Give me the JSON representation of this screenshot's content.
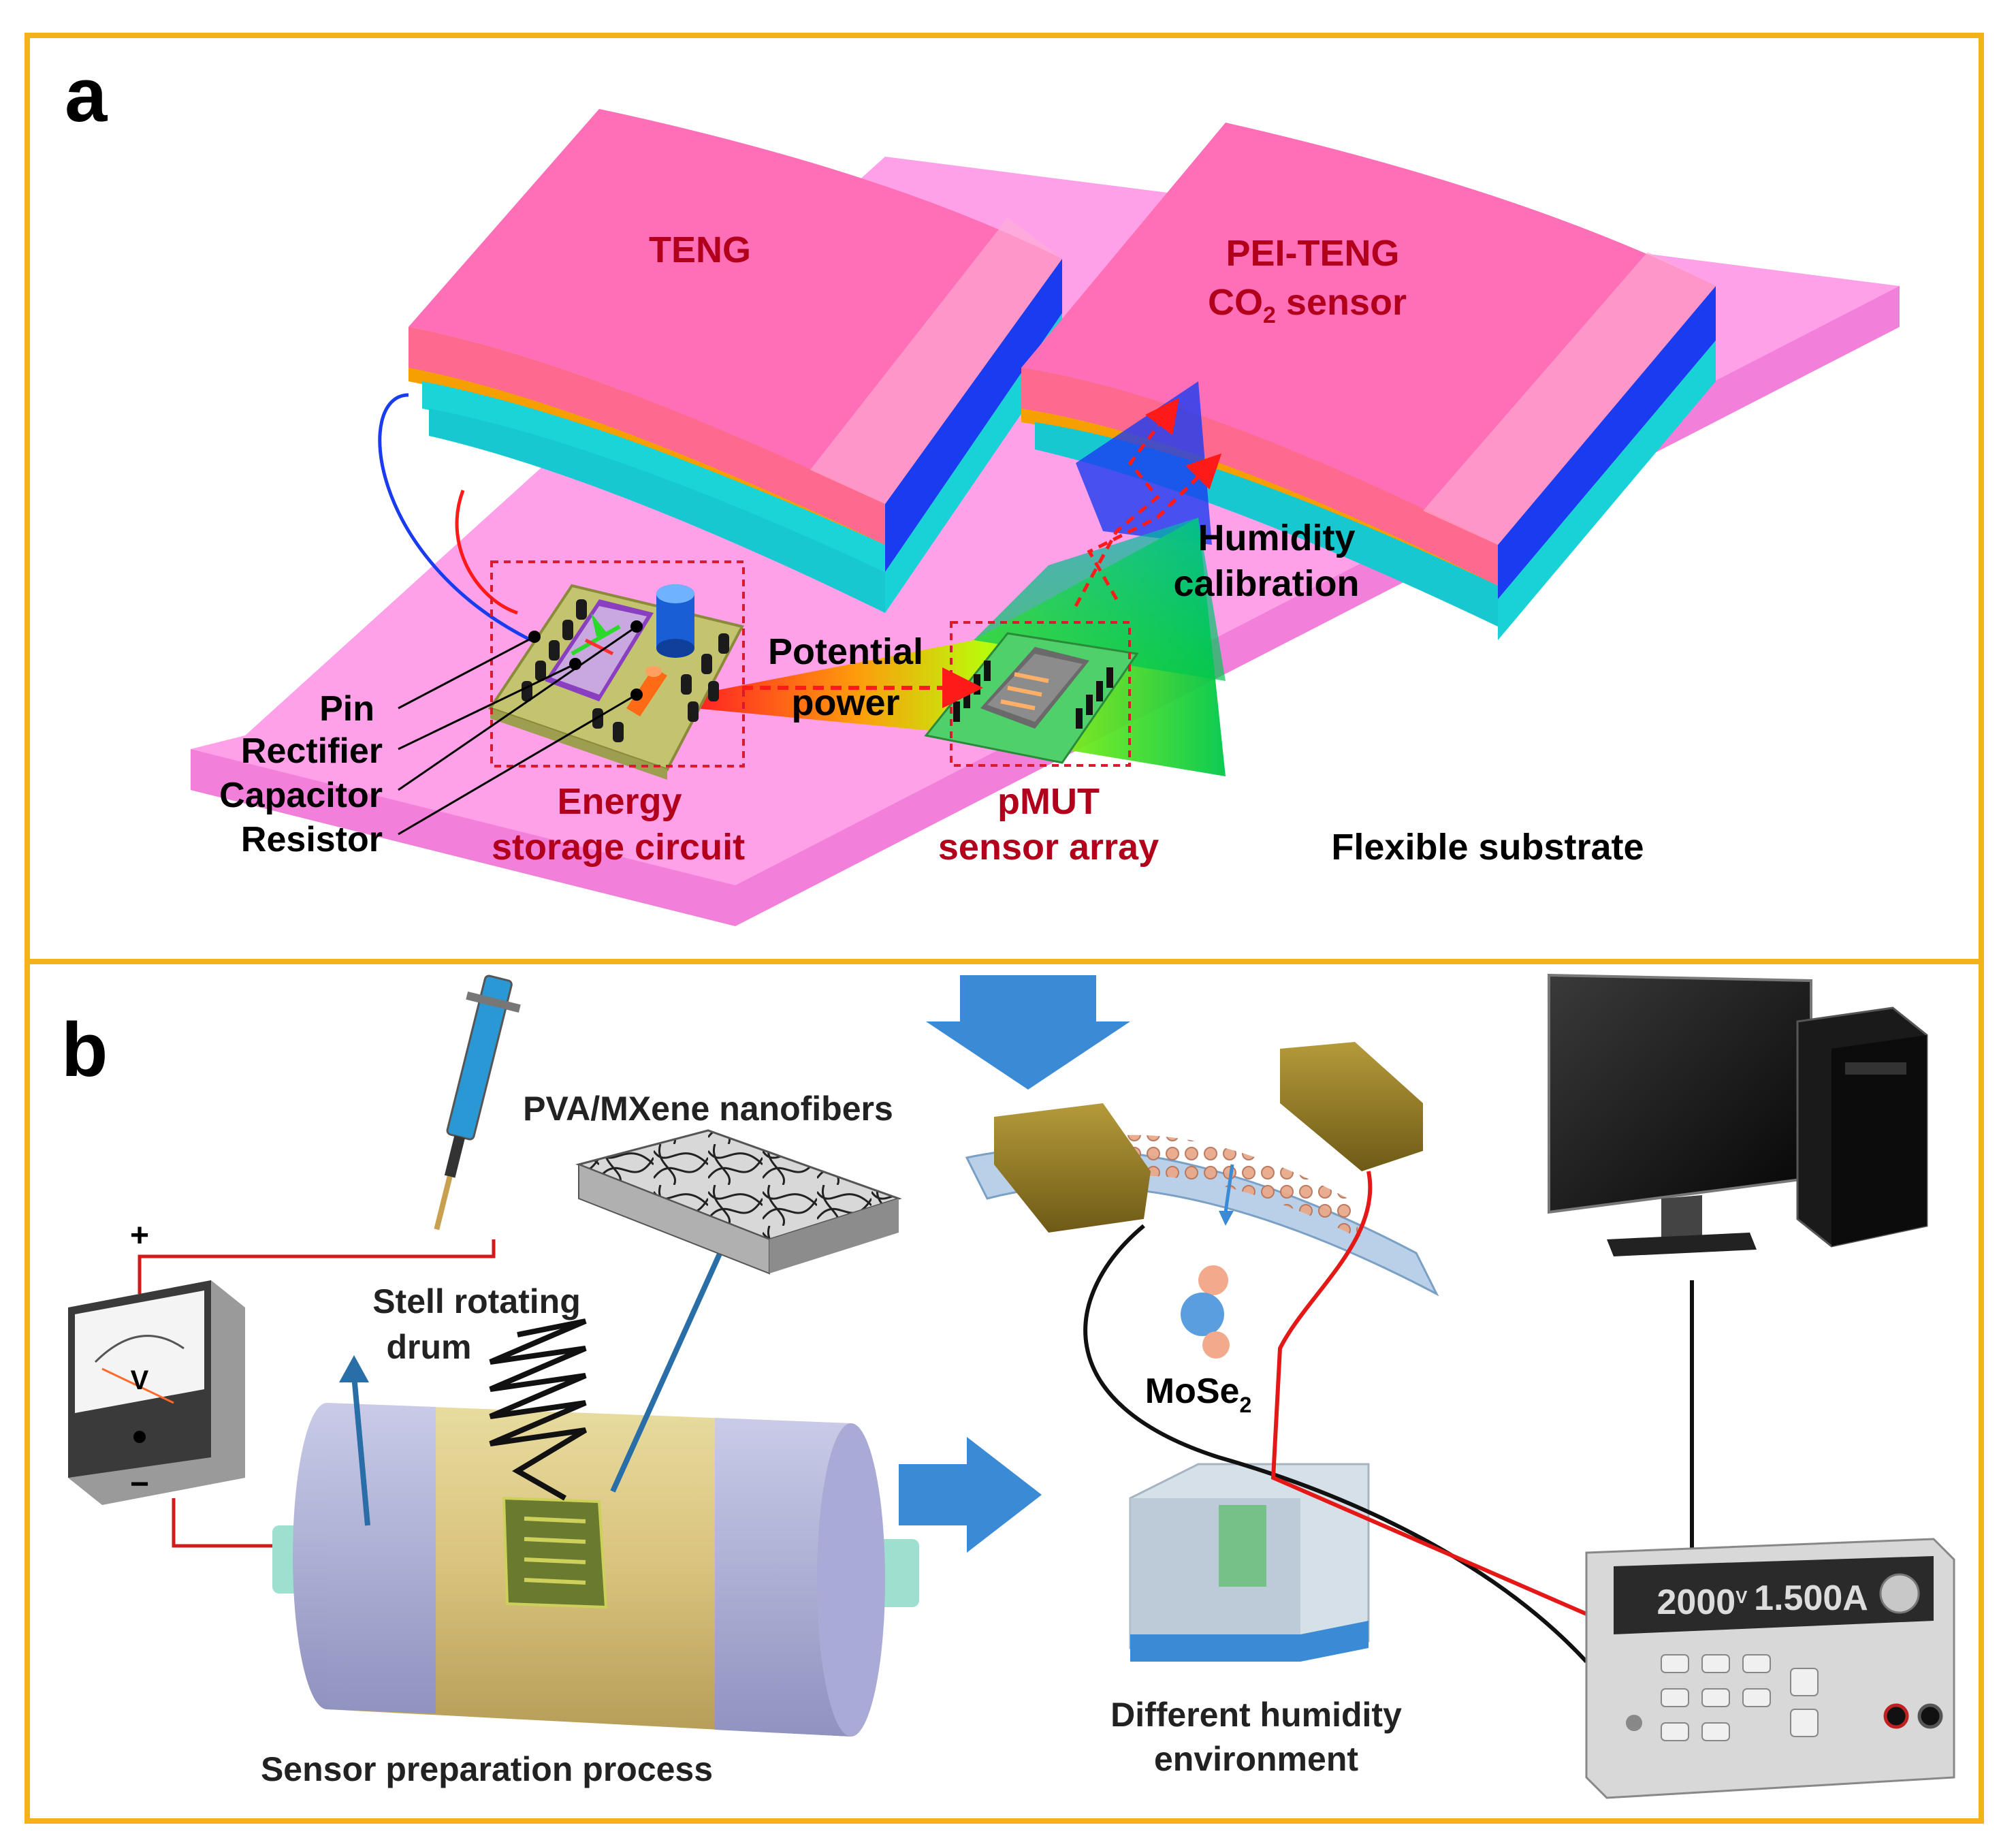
{
  "panel_a": {
    "letter": "a",
    "teng": "TENG",
    "pei_teng_line1": "PEI-TENG",
    "co2_base": "CO",
    "co2_sub": "2",
    "co2_tail": " sensor",
    "humidity_line1": "Humidity",
    "humidity_line2": "calibration",
    "potential_line1": "Potential",
    "potential_line2": "power",
    "pin": "Pin",
    "rectifier": "Rectifier",
    "capacitor": "Capacitor",
    "resistor": "Resistor",
    "energy_line1": "Energy",
    "energy_line2": "storage circuit",
    "pmut_line1": "pMUT",
    "pmut_line2": "sensor array",
    "flexible": "Flexible substrate"
  },
  "panel_b": {
    "letter": "b",
    "plus": "+",
    "minus": "−",
    "voltmeter_symbol": "V",
    "drum_line1": "Stell rotating",
    "drum_line2": "drum",
    "nanofibers": "PVA/MXene nanofibers",
    "sensor_prep": "Sensor preparation process",
    "mose_base": "MoSe",
    "mose_sub": "2",
    "env_line1": "Different humidity",
    "env_line2": "environment",
    "display_left": "2000",
    "display_unit": "V",
    "display_right": "1.500A"
  },
  "colors": {
    "frame": "#f3b21a",
    "substrate": "#ff8ce6",
    "teng_top": "#ff7fbf",
    "label_red": "#b2001c",
    "blue_layer": "#1a3cf0",
    "cyan_layer": "#18d2d8",
    "arrow_blue": "#3a8ad6"
  }
}
